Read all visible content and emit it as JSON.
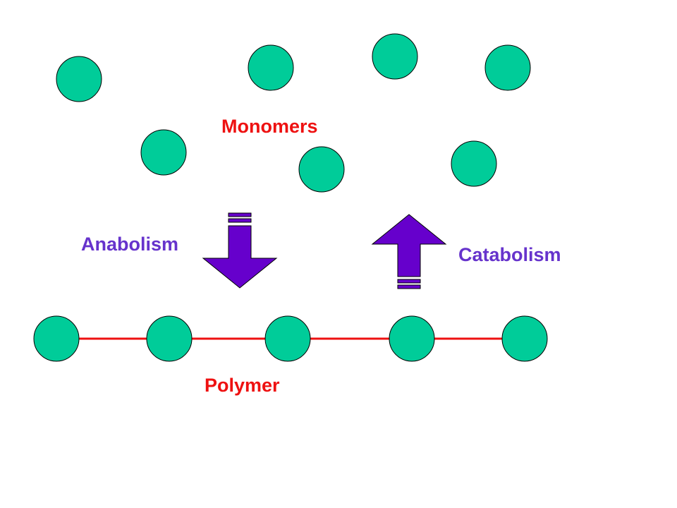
{
  "labels": {
    "monomers": "Monomers",
    "anabolism": "Anabolism",
    "catabolism": "Catabolism",
    "polymer": "Polymer"
  },
  "colors": {
    "circle_fill": "#00cc99",
    "circle_stroke": "#000000",
    "bond": "#ee1111",
    "arrow_fill": "#6600cc",
    "arrow_stroke": "#000000",
    "monomers_text": "#ee1111",
    "polymer_text": "#ee1111",
    "process_text": "#6633cc"
  },
  "icons": {
    "monomer": "circle",
    "polymer_unit": "circle",
    "anabolism": "striped-arrow-down",
    "catabolism": "striped-arrow-up"
  }
}
